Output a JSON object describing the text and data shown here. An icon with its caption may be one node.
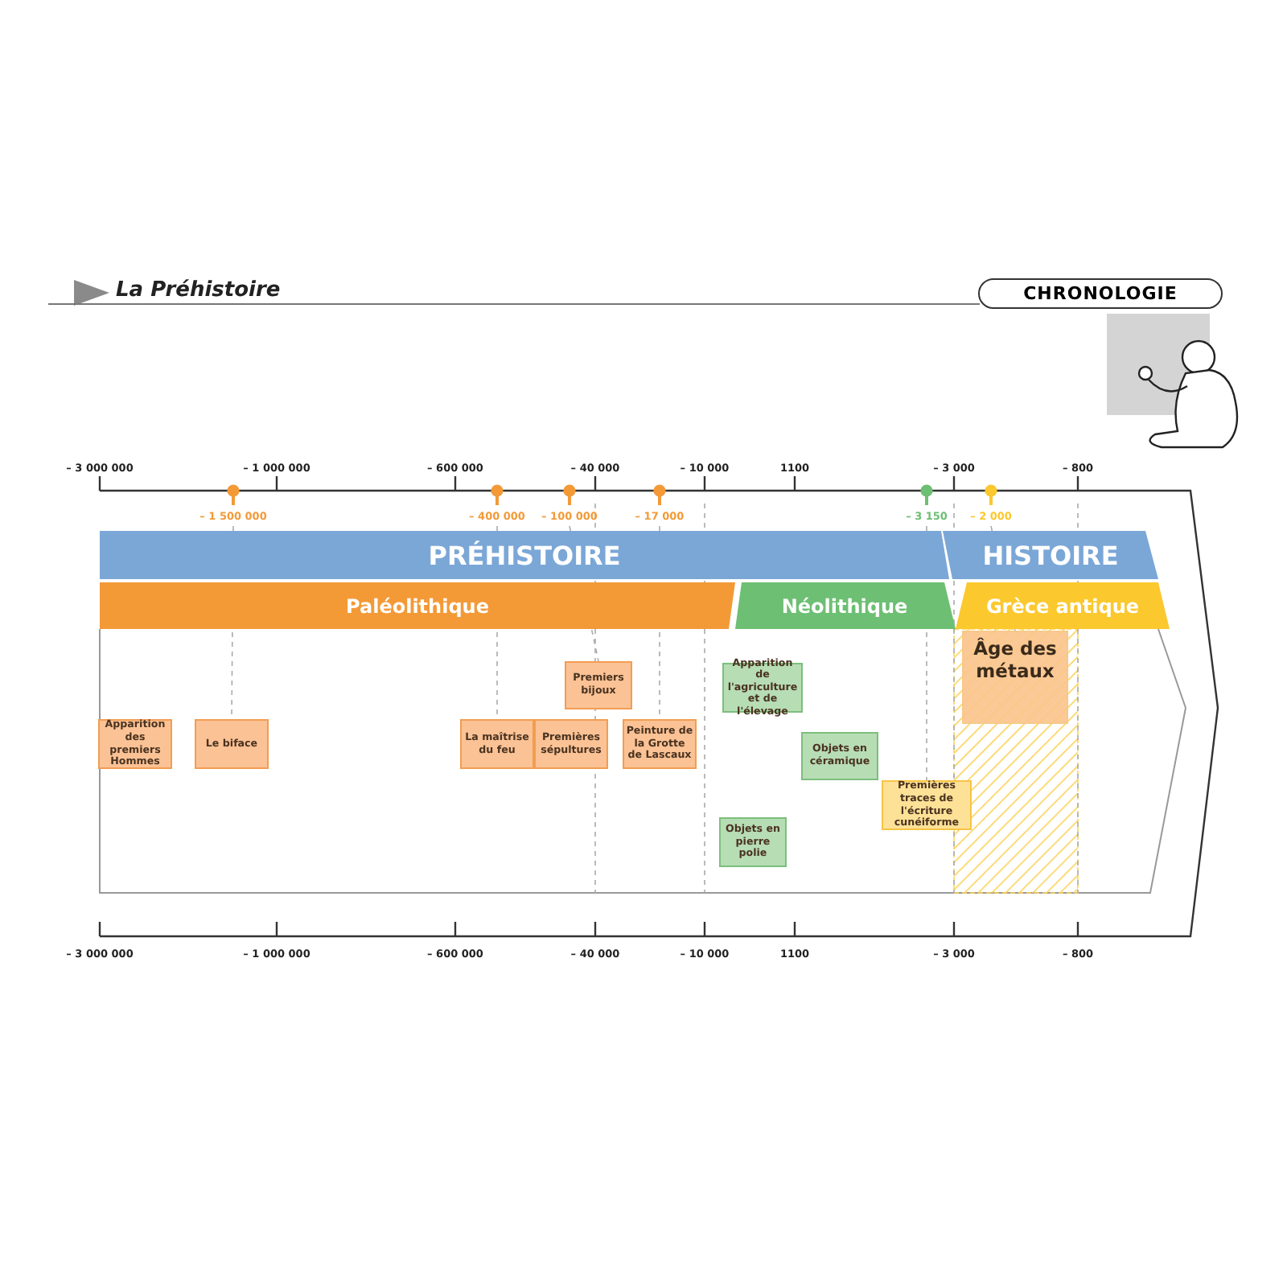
{
  "diagram": {
    "title": "La Préhistoire",
    "nodes": [
      {
        "text": [
          "PRÉHISTOIRE"
        ]
      },
      {
        "text": [
          "HISTOIRE"
        ]
      },
      {
        "text": [
          "Paléolithique"
        ]
      },
      {
        "text": [
          "Néolithique"
        ]
      },
      {
        "text": [
          "Grèce antique"
        ]
      },
      {
        "text": [
          "Apparition des premiers Hommes"
        ]
      },
      {
        "text": [
          "Le biface"
        ]
      },
      {
        "text": [
          "La maîtrise du feu"
        ]
      },
      {
        "text": [
          "Premiers bijoux"
        ]
      },
      {
        "text": [
          "Premières sépultures"
        ]
      },
      {
        "text": [
          "Peinture de la Grotte de Lascaux"
        ]
      },
      {
        "text": [
          "Apparition de l'agriculture et de l'élevage"
        ]
      },
      {
        "text": [
          "Objets en céramique"
        ]
      },
      {
        "text": [
          "Objets en pierre polie"
        ]
      },
      {
        "text": [
          "Premières traces de l'écriture cunéiforme"
        ]
      },
      {
        "text": [
          "Âge des métaux"
        ]
      },
      {
        "text": [
          "– 1 500 000"
        ]
      },
      {
        "text": [
          "– 400 000"
        ]
      },
      {
        "text": [
          "– 100 000"
        ]
      },
      {
        "text": [
          "– 17 000"
        ]
      },
      {
        "text": [
          "– 3 150"
        ]
      },
      {
        "text": [
          "– 2 000"
        ]
      }
    ],
    "edges": [
      {
        "from": 16,
        "to": 6,
        "arrow": "none",
        "style": "dashed"
      },
      {
        "from": 17,
        "to": 7,
        "arrow": "none",
        "style": "dashed"
      },
      {
        "from": 18,
        "to": 8,
        "arrow": "none",
        "style": "dashed"
      },
      {
        "from": 19,
        "to": 10,
        "arrow": "none",
        "style": "dashed"
      },
      {
        "from": 20,
        "to": 14,
        "arrow": "none",
        "style": "dashed"
      },
      {
        "from": 21,
        "to": 15,
        "arrow": "none",
        "style": "dashed"
      }
    ],
    "labels": [
      "CHRONOLOGIE",
      "– 3 000 000",
      "– 1 000 000",
      "– 600 000",
      "– 40 000",
      "– 10 000",
      "1100",
      "– 3 000",
      "– 800",
      "– 3 000 000",
      "– 1 000 000",
      "– 600 000",
      "– 40 000",
      "– 10 000",
      "1100",
      "– 3 000",
      "– 800"
    ]
  }
}
